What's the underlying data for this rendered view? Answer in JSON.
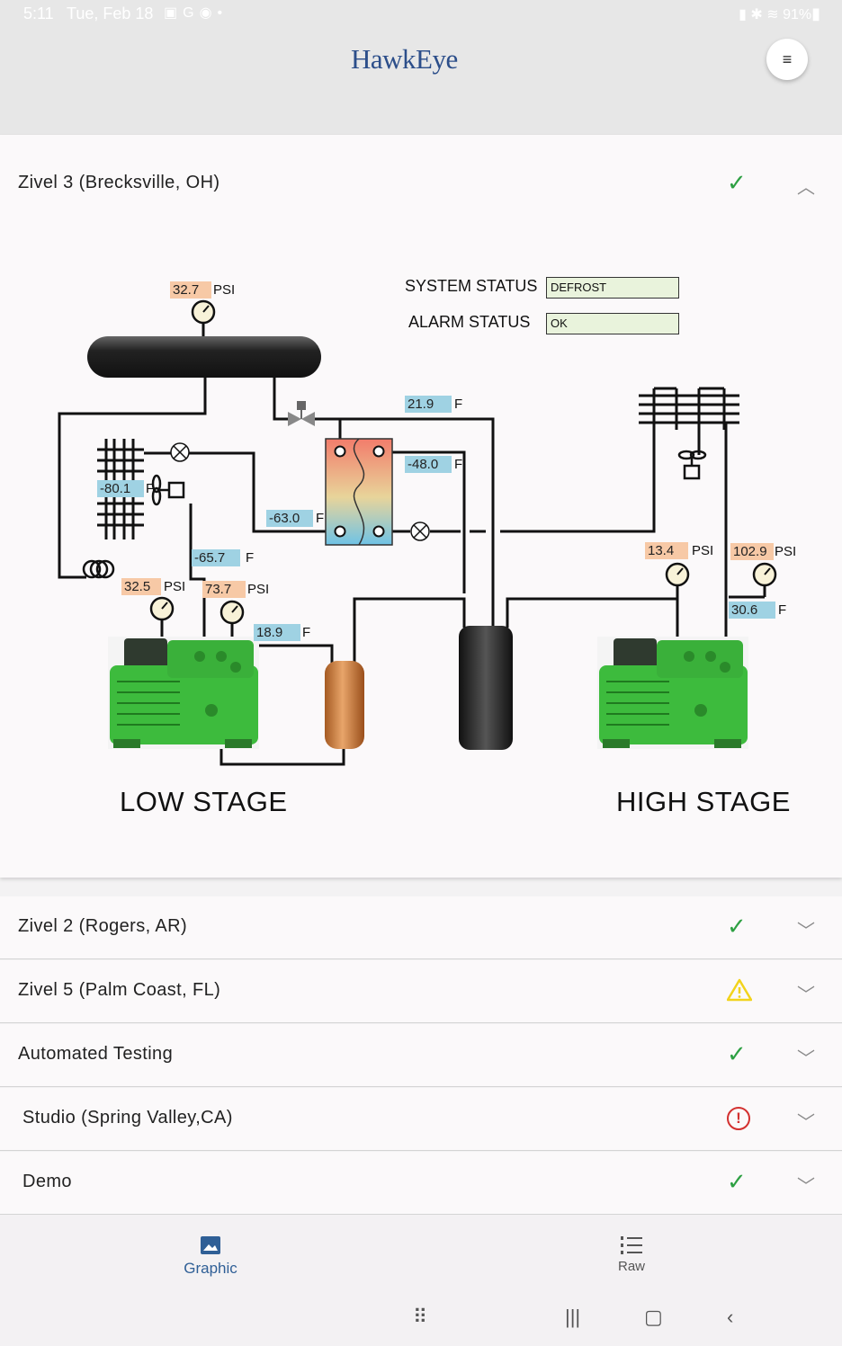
{
  "status_bar": {
    "time": "5:11",
    "date": "Tue, Feb 18",
    "battery": "91%"
  },
  "header": {
    "logo": "HawkEye"
  },
  "expanded_site": {
    "name": "Zivel 3 (Brecksville, OH)",
    "system_status_label": "SYSTEM STATUS",
    "system_status_value": "DEFROST",
    "alarm_status_label": "ALARM STATUS",
    "alarm_status_value": "OK",
    "psi_unit": "PSI",
    "temp_unit": "F",
    "readings": {
      "receiver_psi": "32.7",
      "temp_a": "21.9",
      "temp_b": "-48.0",
      "temp_c": "-80.1",
      "temp_d": "-63.0",
      "temp_e": "-65.7",
      "low_suction_psi": "32.5",
      "low_discharge_psi": "73.7",
      "temp_f": "18.9",
      "high_suction_psi": "13.4",
      "high_discharge_psi": "102.9",
      "temp_g": "30.6"
    },
    "low_stage_label": "LOW STAGE",
    "high_stage_label": "HIGH STAGE"
  },
  "sites": [
    {
      "name": "Zivel 2 (Rogers, AR)",
      "status": "ok"
    },
    {
      "name": "Zivel 5 (Palm Coast, FL)",
      "status": "warning"
    },
    {
      "name": "Automated Testing",
      "status": "ok"
    },
    {
      "name": "Studio (Spring Valley,CA)",
      "status": "error"
    },
    {
      "name": "Demo",
      "status": "ok"
    }
  ],
  "bottom_nav": {
    "graphic": "Graphic",
    "raw": "Raw"
  },
  "colors": {
    "accent": "#2f5f96",
    "ok": "#2ea043",
    "warning": "#f2d31b",
    "error": "#d3302f",
    "pressure_label": "#f7c9a6",
    "temp_label": "#9fd2e3",
    "compressor": "#3dbb3d"
  }
}
